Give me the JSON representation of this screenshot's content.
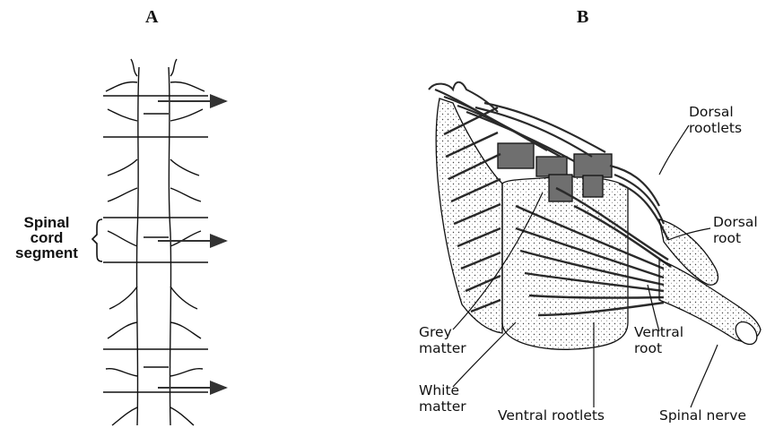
{
  "panels": {
    "a_label": "A",
    "b_label": "B"
  },
  "panel_a": {
    "segment_label": [
      "Spinal",
      "cord",
      "segment"
    ]
  },
  "panel_b": {
    "callouts": {
      "dorsal_rootlets": [
        "Dorsal",
        "rootlets"
      ],
      "dorsal_root": [
        "Dorsal",
        "root"
      ],
      "ventral_root": [
        "Ventral",
        "root"
      ],
      "grey_matter": [
        "Grey",
        "matter"
      ],
      "white_matter": [
        "White",
        "matter"
      ],
      "ventral_rootlets": "Ventral rootlets",
      "spinal_nerve": "Spinal nerve"
    }
  },
  "colors": {
    "ink": "#111111",
    "shade": "#3a3a3a",
    "grey_fill": "#8a8a8a"
  }
}
